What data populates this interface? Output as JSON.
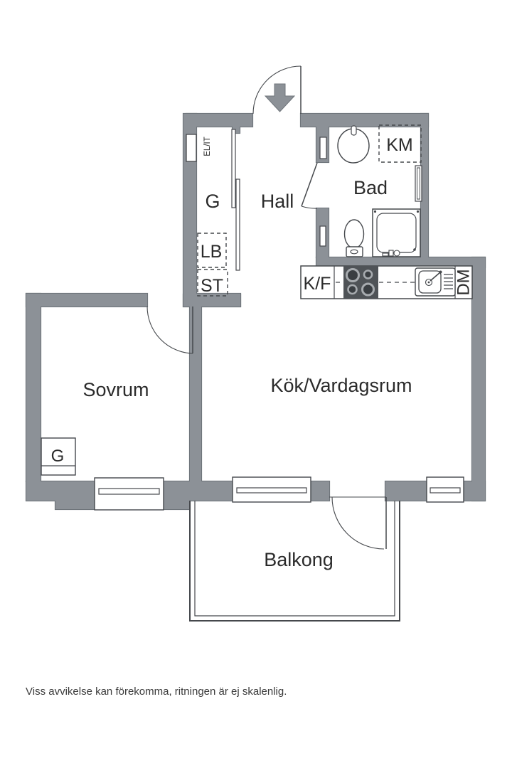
{
  "title": "Apartment floor plan",
  "footer": {
    "disclaimer": "Viss avvikelse kan förekomma, ritningen är ej skalenlig."
  },
  "colors": {
    "wall": "#8c9197",
    "wall_outline": "#6f757b",
    "line": "#45484c",
    "text": "#2b2b2b",
    "stove": "#4f5357",
    "burner_ring": "#a7abaf",
    "burner_center": "#3a3e42",
    "background": "#ffffff"
  },
  "rooms": {
    "hall": "Hall",
    "bathroom": "Bad",
    "bedroom": "Sovrum",
    "kitchen_livingroom": "Kök/Vardagsrum",
    "balcony": "Balkong"
  },
  "fixtures": {
    "wardrobe_hall": "G",
    "wardrobe_bedroom": "G",
    "linen_cabinet": "LB",
    "cleaning_closet": "ST",
    "washing_machine": "KM",
    "fridge_freezer": "K/F",
    "dishwasher": "DM",
    "electrical_it": "EL/IT"
  }
}
